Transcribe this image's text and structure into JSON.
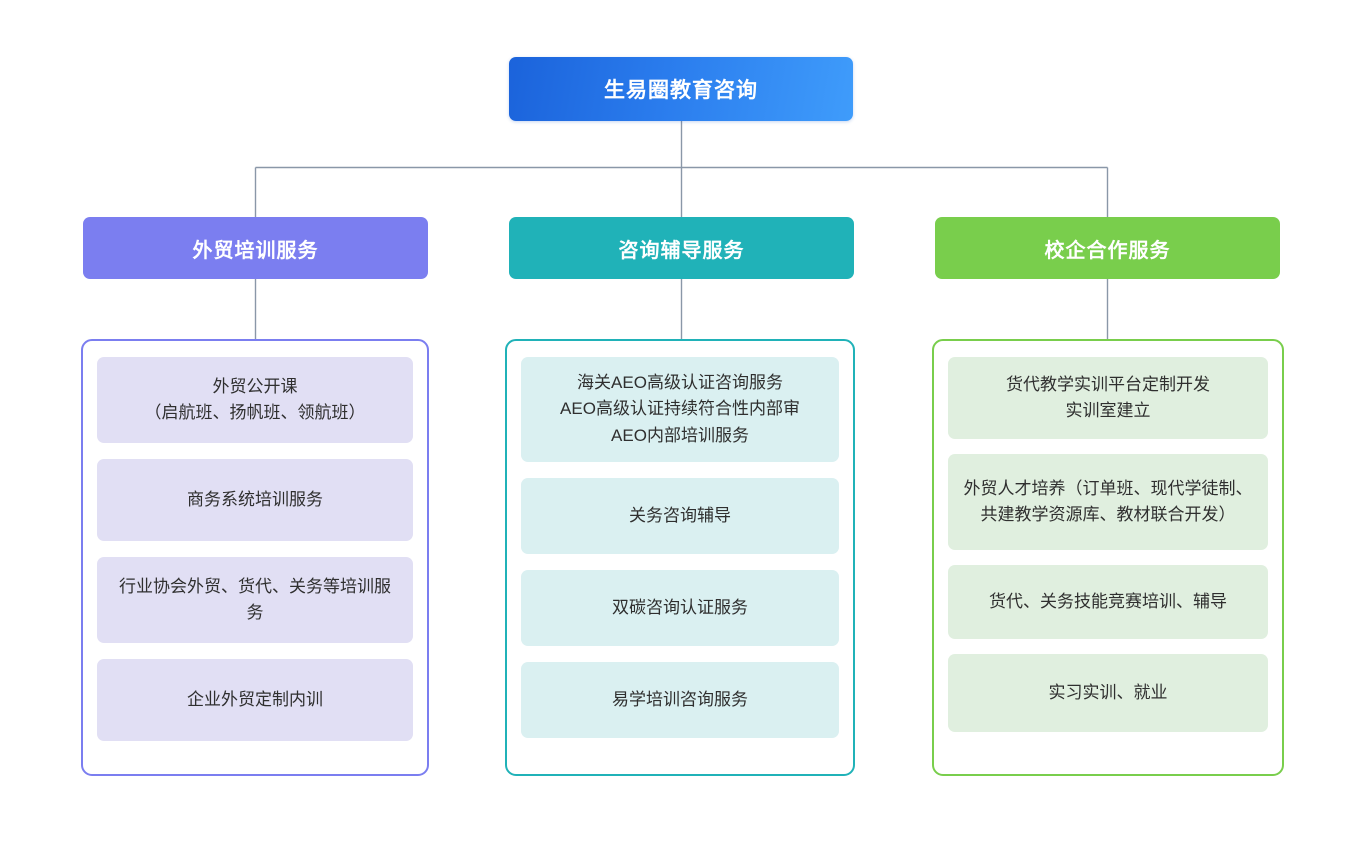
{
  "root": {
    "label": "生易圈教育咨询",
    "color": "#2a7ced",
    "gradient_from": "#1b63db",
    "gradient_to": "#3f9cfb"
  },
  "connector_color": "#8a97a8",
  "columns": [
    {
      "id": "foreign-trade-training",
      "header": "外贸培训服务",
      "color": "#7b7ef0",
      "card_color": "#e1dff4",
      "items": [
        "外贸公开课\n（启航班、扬帆班、领航班）",
        "商务系统培训服务",
        "行业协会外贸、货代、关务等培训服务",
        "企业外贸定制内训"
      ]
    },
    {
      "id": "consulting-coaching",
      "header": "咨询辅导服务",
      "color": "#20b2b8",
      "card_color": "#daf0f1",
      "items": [
        "海关AEO高级认证咨询服务\nAEO高级认证持续符合性内部审\nAEO内部培训服务",
        "关务咨询辅导",
        "双碳咨询认证服务",
        "易学培训咨询服务"
      ]
    },
    {
      "id": "school-enterprise-cooperation",
      "header": "校企合作服务",
      "color": "#79ce4c",
      "card_color": "#e0efdf",
      "items": [
        "货代教学实训平台定制开发\n实训室建立",
        "外贸人才培养（订单班、现代学徒制、共建教学资源库、教材联合开发）",
        "货代、关务技能竞赛培训、辅导",
        "实习实训、就业"
      ]
    }
  ]
}
